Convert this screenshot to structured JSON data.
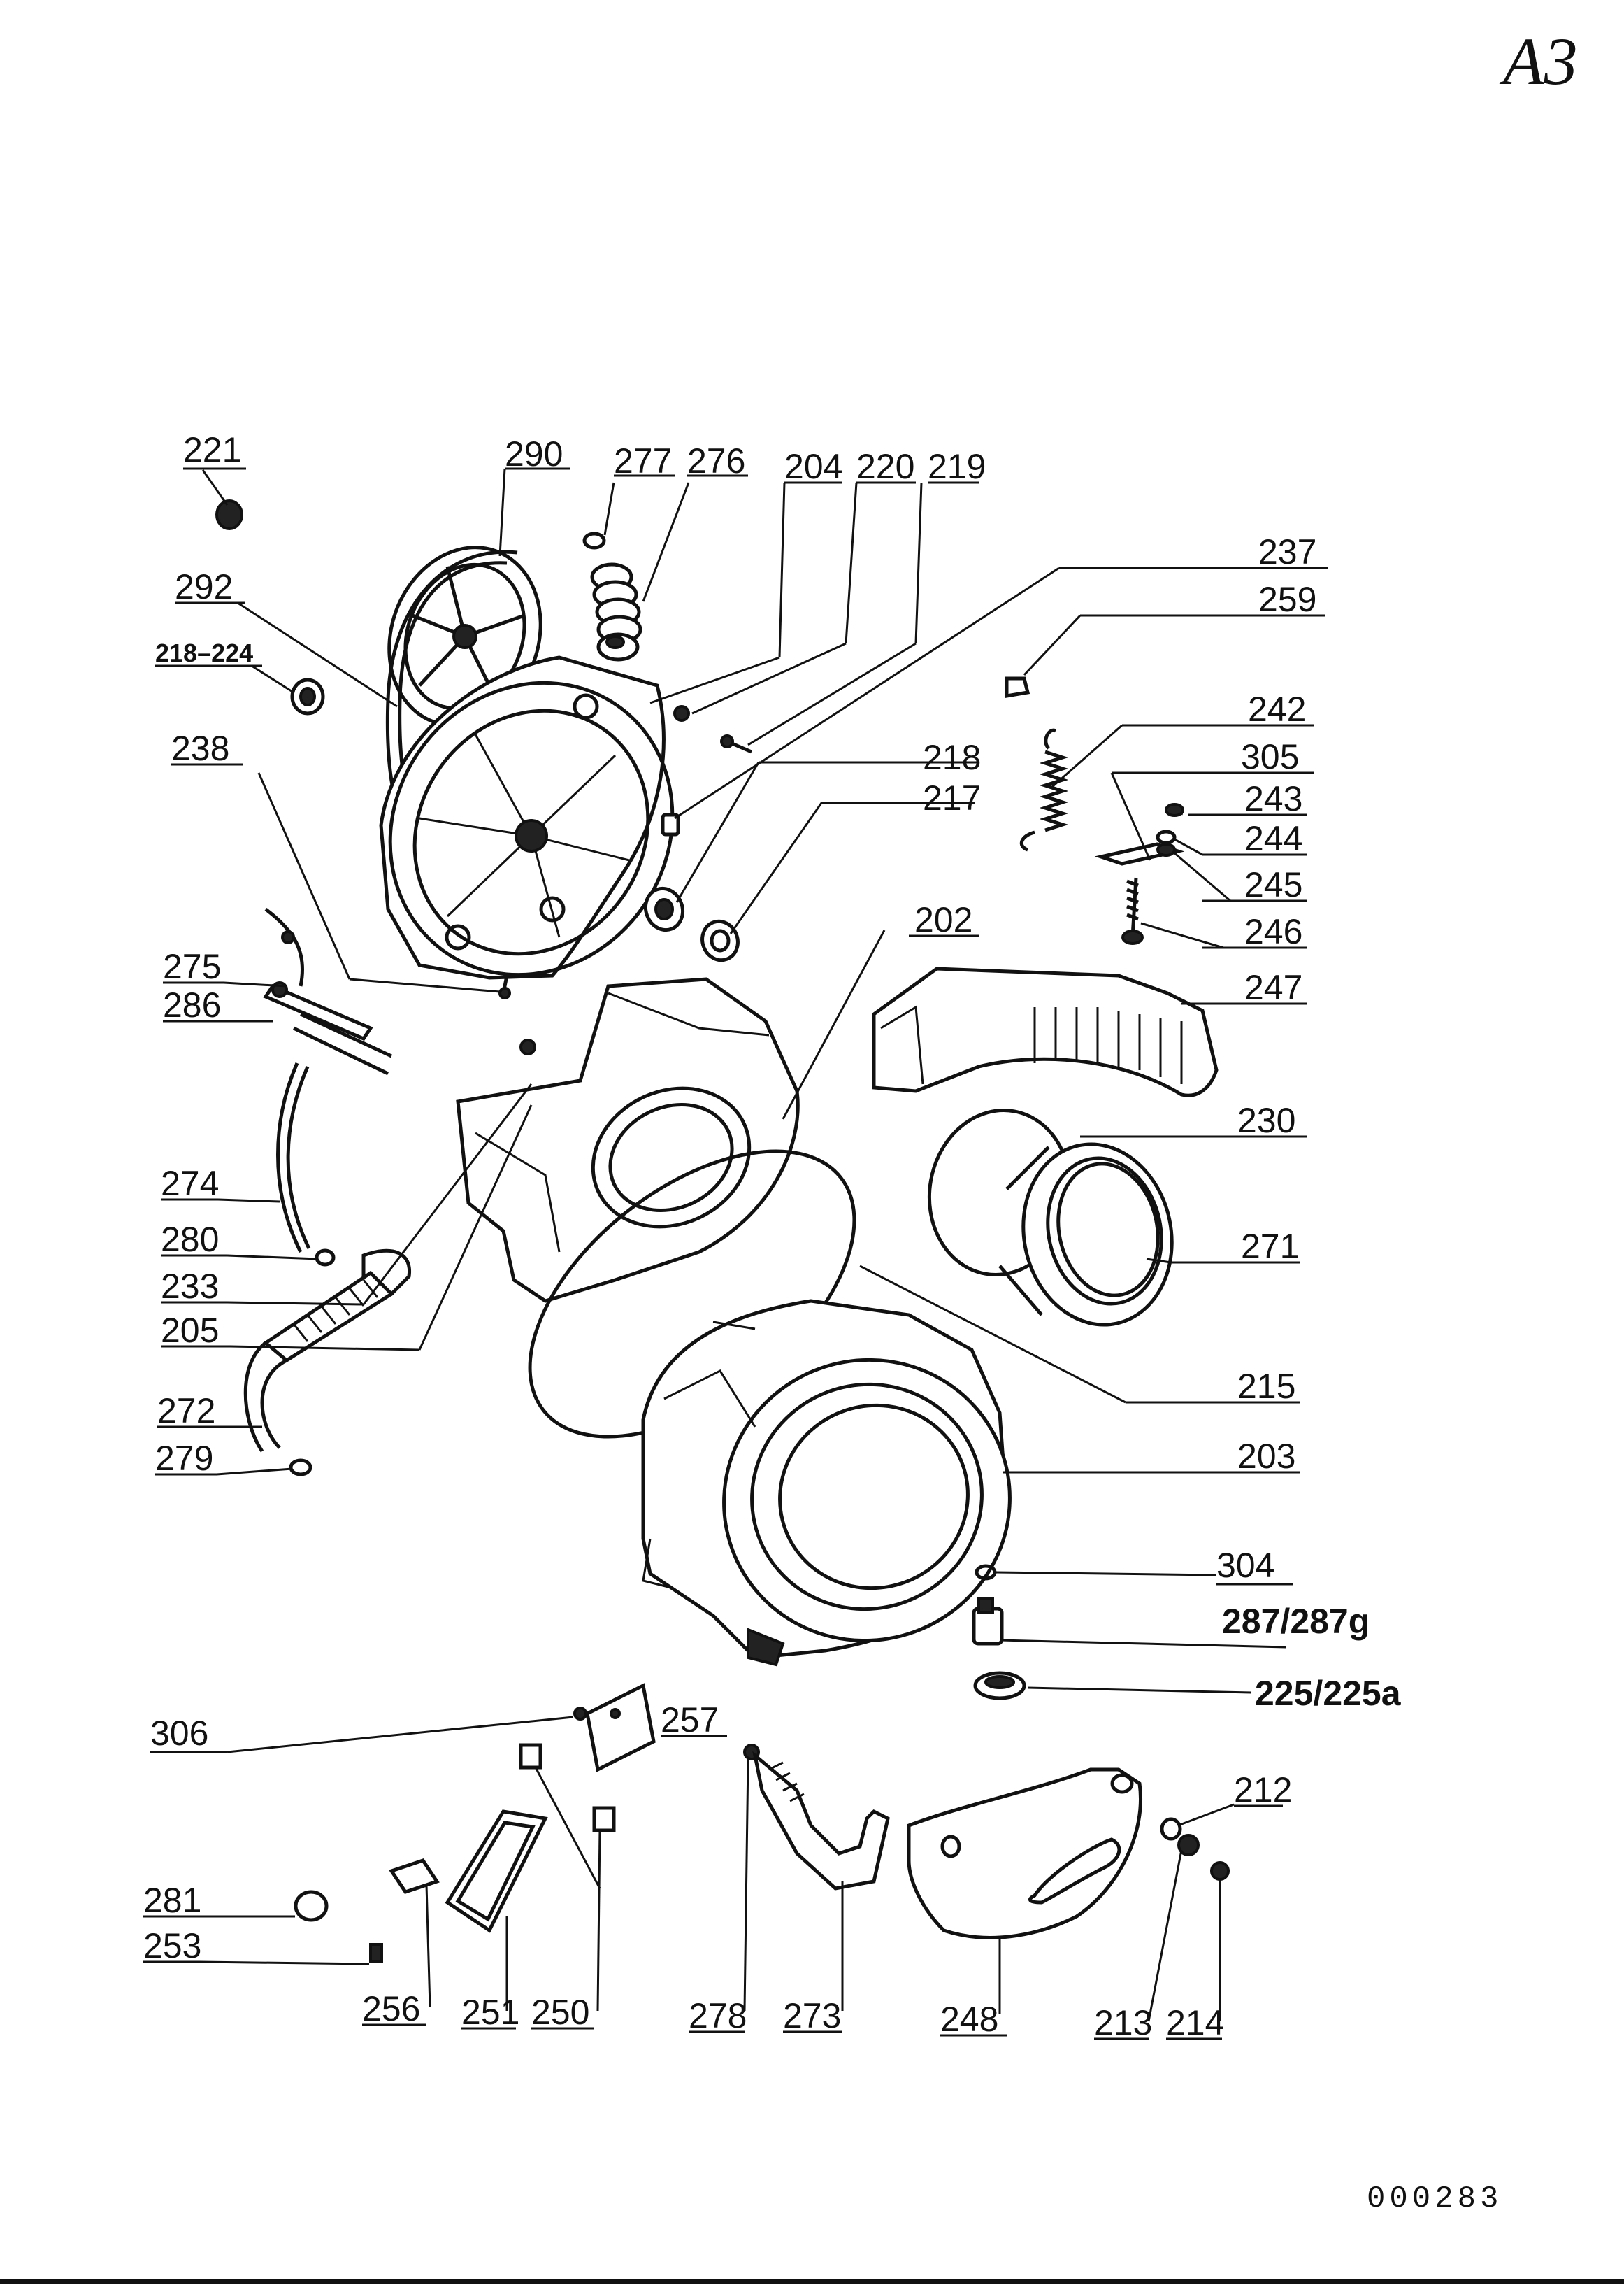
{
  "sheet": {
    "page_mark": "A3",
    "doc_number": "000283"
  },
  "labels": {
    "l221": "221",
    "l290": "290",
    "l277": "277",
    "l276": "276",
    "l204": "204",
    "l220": "220",
    "l219": "219",
    "l237": "237",
    "l259": "259",
    "l292": "292",
    "l218_224": "218–224",
    "l238": "238",
    "l242": "242",
    "l305": "305",
    "l218": "218",
    "l243": "243",
    "l217": "217",
    "l244": "244",
    "l245": "245",
    "l246": "246",
    "l202": "202",
    "l247": "247",
    "l275": "275",
    "l286": "286",
    "l230": "230",
    "l274": "274",
    "l271": "271",
    "l280": "280",
    "l233": "233",
    "l205": "205",
    "l215": "215",
    "l272": "272",
    "l203": "203",
    "l279": "279",
    "l304": "304",
    "l287": "287/287g",
    "l225": "225/225a",
    "l306": "306",
    "l257": "257",
    "l212": "212",
    "l281": "281",
    "l253": "253",
    "l256": "256",
    "l251": "251",
    "l250": "250",
    "l278": "278",
    "l273": "273",
    "l248": "248",
    "l213": "213",
    "l214": "214"
  }
}
